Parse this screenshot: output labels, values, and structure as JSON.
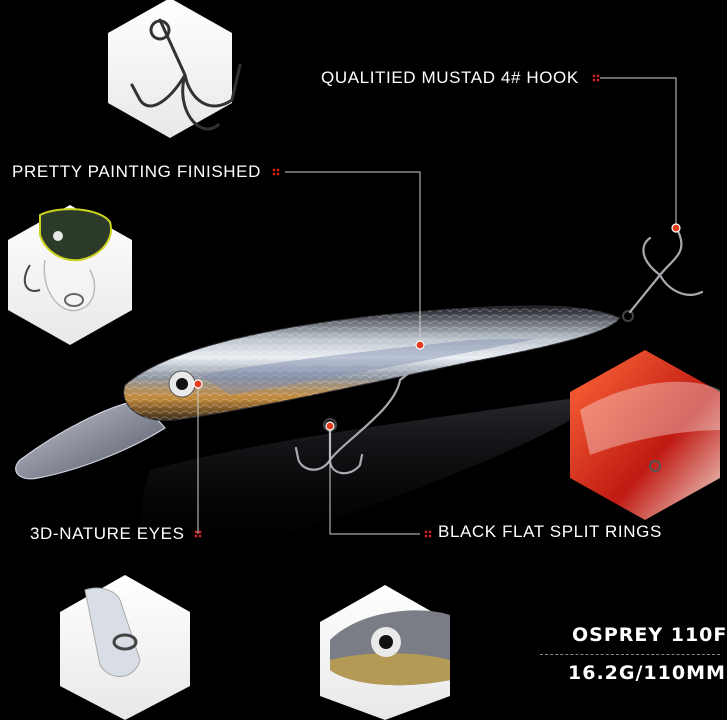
{
  "features": {
    "hook": "QUALITIED MUSTAD 4# HOOK",
    "painting": "PRETTY PAINTING FINISHED",
    "eyes": "3D-NATURE EYES",
    "rings": "BLACK FLAT SPLIT RINGS"
  },
  "product": {
    "model": "OSPREY 110F",
    "spec": "16.2G/110MM"
  },
  "colors": {
    "background": "#000000",
    "accent": "#d8221c",
    "leader": "#cfcfcf"
  }
}
